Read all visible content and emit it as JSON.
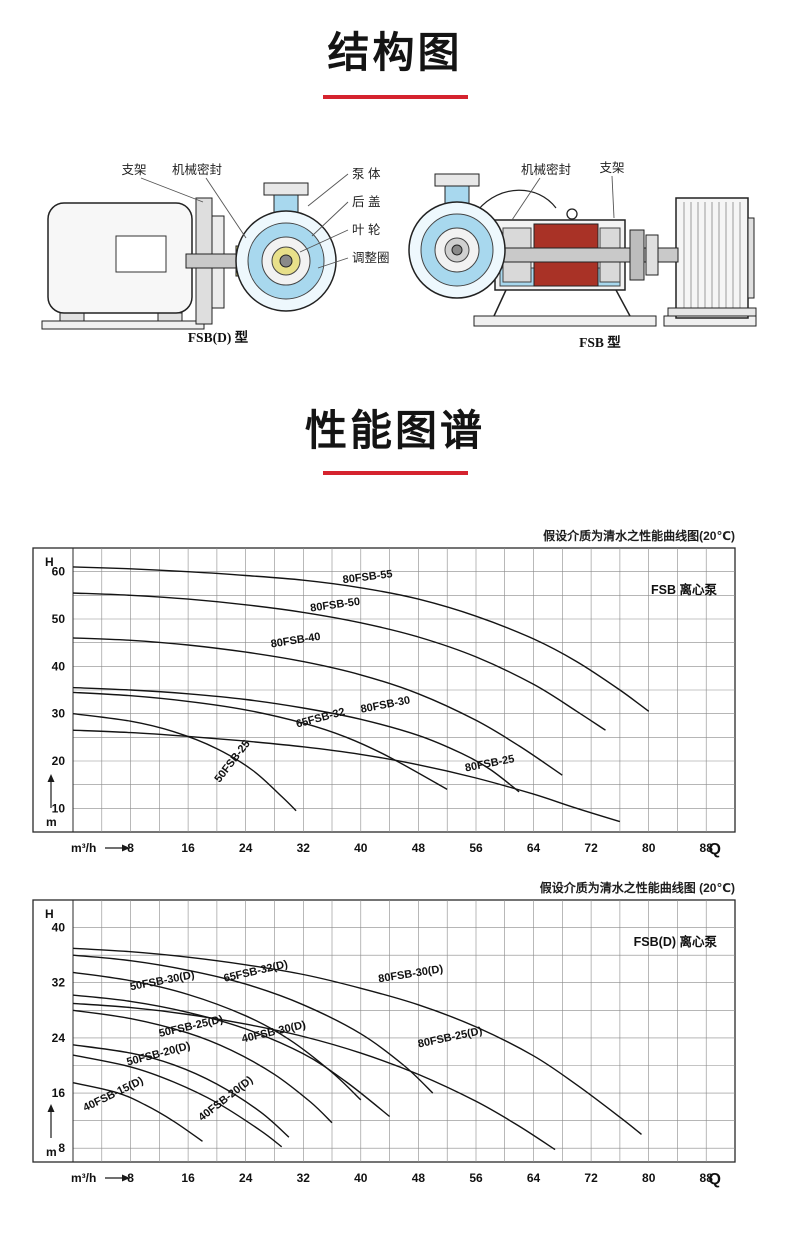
{
  "accent_color": "#d5232e",
  "structure": {
    "title": "结构图",
    "left": {
      "caption": "FSB(D) 型",
      "labels": {
        "bracket": "支架",
        "mech_seal": "机械密封",
        "pump_body": "泵 体",
        "back_cover": "后 盖",
        "impeller": "叶 轮",
        "adjust_ring": "调整圈"
      }
    },
    "right": {
      "caption": "FSB 型",
      "labels": {
        "mech_seal": "机械密封",
        "bracket": "支架"
      }
    }
  },
  "performance": {
    "title": "性能图谱"
  },
  "chart_data": [
    {
      "type": "line",
      "title": "假设介质为清水之性能曲线图(20℃)",
      "corner_label": "FSB 离心泵",
      "y_axis_symbol": "H",
      "y_unit": "m",
      "x_unit": "m³/h",
      "x_end_symbol": "Q",
      "xlim": [
        0,
        92
      ],
      "ylim": [
        5,
        65
      ],
      "x_grid_step": 4,
      "y_grid_step": 5,
      "x_ticks": [
        8,
        16,
        24,
        32,
        40,
        48,
        56,
        64,
        72,
        80,
        88
      ],
      "y_ticks": [
        10,
        20,
        30,
        40,
        50,
        60
      ],
      "grid": true,
      "legend_position": "none",
      "series": [
        {
          "name": "80FSB-55",
          "points": [
            [
              0,
              61
            ],
            [
              8,
              60.6
            ],
            [
              16,
              60
            ],
            [
              24,
              59.2
            ],
            [
              32,
              58.2
            ],
            [
              40,
              56.6
            ],
            [
              48,
              54.2
            ],
            [
              56,
              50.6
            ],
            [
              64,
              45.8
            ],
            [
              70,
              41
            ],
            [
              76,
              35
            ],
            [
              80,
              30.5
            ]
          ],
          "label": [
            41,
            58.2
          ],
          "label_rot": -7
        },
        {
          "name": "80FSB-50",
          "points": [
            [
              0,
              55.5
            ],
            [
              8,
              55
            ],
            [
              16,
              54.2
            ],
            [
              24,
              53
            ],
            [
              32,
              51.4
            ],
            [
              40,
              49.2
            ],
            [
              48,
              46.2
            ],
            [
              56,
              42
            ],
            [
              64,
              36.2
            ],
            [
              70,
              30.5
            ],
            [
              74,
              26.5
            ]
          ],
          "label": [
            36.5,
            52.3
          ],
          "label_rot": -8
        },
        {
          "name": "80FSB-40",
          "points": [
            [
              0,
              46
            ],
            [
              8,
              45.5
            ],
            [
              16,
              44.5
            ],
            [
              24,
              43
            ],
            [
              32,
              41
            ],
            [
              40,
              38.2
            ],
            [
              48,
              34.2
            ],
            [
              56,
              28.6
            ],
            [
              62,
              23.2
            ],
            [
              68,
              17
            ]
          ],
          "label": [
            31,
            44.8
          ],
          "label_rot": -9
        },
        {
          "name": "80FSB-30",
          "points": [
            [
              0,
              35.5
            ],
            [
              8,
              35
            ],
            [
              16,
              34.2
            ],
            [
              24,
              33
            ],
            [
              32,
              31.2
            ],
            [
              40,
              28.8
            ],
            [
              48,
              25.4
            ],
            [
              54,
              21.6
            ],
            [
              58,
              18.2
            ],
            [
              62,
              13.5
            ]
          ],
          "label": [
            43.5,
            31.2
          ],
          "label_rot": -11
        },
        {
          "name": "65FSB-32",
          "points": [
            [
              0,
              34.5
            ],
            [
              8,
              33.8
            ],
            [
              16,
              32.6
            ],
            [
              24,
              30.8
            ],
            [
              32,
              28
            ],
            [
              38,
              25
            ],
            [
              44,
              20.8
            ],
            [
              52,
              14
            ]
          ],
          "label": [
            34.5,
            28.4
          ],
          "label_rot": -15
        },
        {
          "name": "50FSB-25",
          "points": [
            [
              0,
              30
            ],
            [
              8,
              28.4
            ],
            [
              14,
              26.2
            ],
            [
              20,
              22.6
            ],
            [
              25,
              18
            ],
            [
              29,
              12.5
            ],
            [
              31,
              9.5
            ]
          ],
          "label": [
            22.5,
            19.5
          ],
          "label_rot": -52
        },
        {
          "name": "80FSB-25",
          "points": [
            [
              0,
              26.5
            ],
            [
              8,
              26
            ],
            [
              16,
              25.2
            ],
            [
              24,
              24.2
            ],
            [
              32,
              23
            ],
            [
              40,
              21.4
            ],
            [
              48,
              19.2
            ],
            [
              56,
              16.4
            ],
            [
              64,
              13
            ],
            [
              70,
              10
            ],
            [
              76,
              7.2
            ]
          ],
          "label": [
            58,
            18.8
          ],
          "label_rot": -11
        }
      ]
    },
    {
      "type": "line",
      "title": "假设介质为清水之性能曲线图 (20℃)",
      "corner_label": "FSB(D) 离心泵",
      "y_axis_symbol": "H",
      "y_unit": "m",
      "x_unit": "m³/h",
      "x_end_symbol": "Q",
      "xlim": [
        0,
        92
      ],
      "ylim": [
        6,
        44
      ],
      "x_grid_step": 4,
      "y_grid_step": 4,
      "x_ticks": [
        8,
        16,
        24,
        32,
        40,
        48,
        56,
        64,
        72,
        80,
        88
      ],
      "y_ticks": [
        8,
        16,
        24,
        32,
        40
      ],
      "grid": true,
      "legend_position": "none",
      "series": [
        {
          "name": "80FSB-30(D)",
          "points": [
            [
              0,
              37
            ],
            [
              8,
              36.5
            ],
            [
              16,
              35.7
            ],
            [
              24,
              34.6
            ],
            [
              32,
              33.2
            ],
            [
              40,
              31.2
            ],
            [
              48,
              28.8
            ],
            [
              56,
              25.6
            ],
            [
              64,
              21.4
            ],
            [
              70,
              17.2
            ],
            [
              76,
              12.5
            ],
            [
              79,
              10
            ]
          ],
          "label": [
            47,
            32.8
          ],
          "label_rot": -9
        },
        {
          "name": "65FSB-32(D)",
          "points": [
            [
              0,
              36
            ],
            [
              8,
              35.2
            ],
            [
              16,
              33.8
            ],
            [
              24,
              31.8
            ],
            [
              32,
              28.8
            ],
            [
              40,
              24.6
            ],
            [
              46,
              20
            ],
            [
              50,
              16
            ]
          ],
          "label": [
            25.5,
            33.2
          ],
          "label_rot": -13
        },
        {
          "name": "50FSB-30(D)",
          "points": [
            [
              0,
              33.5
            ],
            [
              8,
              32.3
            ],
            [
              16,
              30.3
            ],
            [
              24,
              27.2
            ],
            [
              30,
              23.8
            ],
            [
              36,
              19
            ],
            [
              40,
              15
            ]
          ],
          "label": [
            12.5,
            31.8
          ],
          "label_rot": -11
        },
        {
          "name": "40FSB-30(D)",
          "points": [
            [
              0,
              30.2
            ],
            [
              8,
              29.3
            ],
            [
              16,
              27.7
            ],
            [
              24,
              25.3
            ],
            [
              32,
              21.7
            ],
            [
              38,
              17.6
            ],
            [
              44,
              12.6
            ]
          ],
          "label": [
            28,
            24.4
          ],
          "label_rot": -13
        },
        {
          "name": "50FSB-25(D)",
          "points": [
            [
              0,
              28
            ],
            [
              8,
              26.8
            ],
            [
              16,
              24.7
            ],
            [
              22,
              22.2
            ],
            [
              28,
              18.7
            ],
            [
              33,
              14.7
            ],
            [
              36,
              11.7
            ]
          ],
          "label": [
            16.5,
            25.2
          ],
          "label_rot": -13
        },
        {
          "name": "80FSB-25(D)",
          "points": [
            [
              0,
              29
            ],
            [
              8,
              28.4
            ],
            [
              16,
              27.4
            ],
            [
              24,
              26
            ],
            [
              32,
              24.2
            ],
            [
              40,
              21.8
            ],
            [
              48,
              18.7
            ],
            [
              56,
              14.8
            ],
            [
              62,
              11.2
            ],
            [
              67,
              7.8
            ]
          ],
          "label": [
            52.5,
            23.6
          ],
          "label_rot": -12
        },
        {
          "name": "50FSB-20(D)",
          "points": [
            [
              0,
              23
            ],
            [
              8,
              21.8
            ],
            [
              14,
              20.1
            ],
            [
              20,
              17.3
            ],
            [
              26,
              13.3
            ],
            [
              30,
              9.6
            ]
          ],
          "label": [
            12,
            21.2
          ],
          "label_rot": -15
        },
        {
          "name": "40FSB-20(D)",
          "points": [
            [
              0,
              21.5
            ],
            [
              8,
              19.8
            ],
            [
              14,
              17.6
            ],
            [
              20,
              14.6
            ],
            [
              26,
              10.6
            ],
            [
              29,
              8.2
            ]
          ],
          "label": [
            21.5,
            14.8
          ],
          "label_rot": -38
        },
        {
          "name": "40FSB-15(D)",
          "points": [
            [
              0,
              17.5
            ],
            [
              6,
              16.1
            ],
            [
              10,
              14.3
            ],
            [
              14,
              11.9
            ],
            [
              18,
              9
            ]
          ],
          "label": [
            5.8,
            15.4
          ],
          "label_rot": -26
        }
      ]
    }
  ]
}
